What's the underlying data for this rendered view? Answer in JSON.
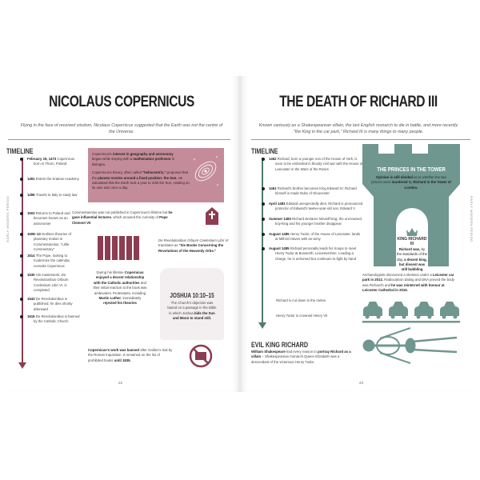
{
  "left": {
    "title": "NICOLAUS COPERNICUS",
    "subtitle": "Flying in the face of received wisdom, Nicolaus Copernicus suggested that the Earth was not the centre of the Universe.",
    "timeline_heading": "TIMELINE",
    "timeline": [
      {
        "date": "February 19, 1473",
        "text": "Copernicus born in Thorn, Poland"
      },
      {
        "date": "1491",
        "text": "Enters the Krakow Academy"
      },
      {
        "date": "1496",
        "text": "Travels to Italy to study law"
      },
      {
        "date": "1503",
        "text": "Returns to Poland and becomes known as an astronomer"
      },
      {
        "date": "1508–13",
        "text": "Outlines theories of planetary motion in Commentariolus, \"Little Commentary\""
      },
      {
        "date": "1514",
        "text": "The Pope, looking to modernize the calendar, consults Copernicus"
      },
      {
        "date": "1530",
        "text": "His masterwork, De Revolutionibus Orbium Coelestium Libri VI, is completed"
      },
      {
        "date": "1543",
        "text": "De Revolutionibus is published; he dies shortly afterward"
      },
      {
        "date": "1616",
        "text": "De Revolutionibus is banned by the Catholic Church"
      }
    ],
    "box_p1_a": "Copernicus's ",
    "box_p1_b": "interest in geography and astronomy",
    "box_p1_c": " began while staying with a ",
    "box_p1_d": "mathematics professor",
    "box_p1_e": " in Bologna.",
    "box_p2_a": "Copernicus's theory, often called ",
    "box_p2_b": "\"heliocentric,\"",
    "box_p2_c": " proposed that the ",
    "box_p2_d": "planets revolve around a fixed position: the Sun.",
    "box_p2_e": " He calculated that the Earth took a year to orbit the Sun, rotating on its own axis once a day.",
    "comm_a": "Commentariolus was not published in Copernicus's lifetime but ",
    "comm_b": "he gave influential lectures",
    "comm_c": ", which aroused the curiosity of ",
    "comm_d": "Pope Clement VII",
    "derev_a": "De Revolutionibus Orbium Coelestium Libri VI",
    "derev_b": " translates as ",
    "derev_c": "\"Six Books Concerning the Revolutions of the Heavenly Orbs.\"",
    "life_a": "During his lifetime ",
    "life_b": "Copernicus enjoyed a decent relationship with the Catholic authorities",
    "life_c": " and their initial reaction to the book was ambivalent. Protestants, including ",
    "life_d": "Martin Luther",
    "life_e": ", immediately ",
    "life_f": "rejected his theories",
    "joshua_title": "JOSHUA 10:10–15",
    "joshua_a": "The Church's objection was based on a passage in the Bible in which Joshua ",
    "joshua_b": "bids the Sun and Moon to stand still.",
    "ban_a": "Copernicus's work was banned",
    "ban_b": " after Galileo's trial by the Roman Inquisition. It remained on the list of prohibited books ",
    "ban_c": "until 1835.",
    "page_number": "22",
    "side_label": "EARLY MODERN PERIOD"
  },
  "right": {
    "title": "THE DEATH OF RICHARD III",
    "subtitle": "Known variously as a Shakespearean villain, the last English monarch to die in battle, and more recently \"the King in the car park,\" Richard III is many things to many people.",
    "timeline_heading": "TIMELINE",
    "timeline": [
      {
        "date": "1452",
        "text": "Richard, born a younger son of the House of York, is soon to be embroiled in bloody civil war with the House of Lancaster in the Wars of the Roses"
      },
      {
        "date": "1461",
        "text": "Richard's brother becomes King Edward IV; Richard himself is made Duke of Gloucester"
      },
      {
        "date": "April 1483",
        "text": "Edward unexpectedly dies; Richard is pronounced protector of Edward's twelve-year-old son, Edward V"
      },
      {
        "date": "Summer 1483",
        "text": "Richard declares himself king; the uncrowned boy-king and his younger brother disappear"
      },
      {
        "date": "August 1485",
        "text": "Henry Tudor, of the House of Lancaster, lands at Milford Haven with an army"
      },
      {
        "date": "August 1485",
        "text": "Richard personally leads his troops to meet Henry Tudor at Bosworth, Leicestershire. Leading a charge, he is unhorsed but continues to fight by hand"
      }
    ],
    "cut_down": "Richard is cut down in the melee",
    "crowned": "Henry Tudor is crowned Henry VII",
    "princes_title": "THE PRINCES IN THE TOWER",
    "princes_a": "Opinion is still divided",
    "princes_b": " as to whether the two princes were ",
    "princes_c": "murdered",
    "princes_d": " by ",
    "princes_e": "Richard in the Tower of London.",
    "king_title": "KING RICHARD III",
    "king_a": "Richard was,",
    "king_b": " by the standards of the day, ",
    "king_c": "a decent king, but dissent was still bubbling",
    "arch_a": "Archaeologists discovered a skeleton under a ",
    "arch_b": "Leicester car park in 2012.",
    "arch_c": " Radiocarbon dating and DNA proved the body was Richard's and ",
    "arch_d": "he was reinterred with honour at Leicester Cathedral in 2015.",
    "evil_title": "EVIL KING RICHARD",
    "evil_a": "William Shakespeare",
    "evil_b": " had every reason to ",
    "evil_c": "portray Richard as a villain",
    "evil_d": " – Shakespearean monarch Queen Elizabeth was a descendant of the victorious Henry Tudor.",
    "page_number": "23",
    "side_label": "EARLY MODERN PERIOD"
  },
  "colors": {
    "pink": "#c48c9a",
    "maroon": "#8c3d52",
    "green": "#6f978f",
    "greenDark": "#4f7a71"
  }
}
